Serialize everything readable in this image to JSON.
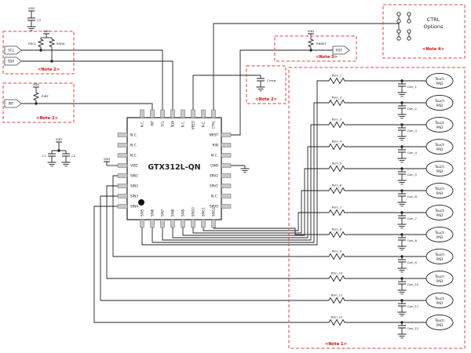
{
  "chip": {
    "label": "GTX312L-QN",
    "left_pins": [
      "N.C.",
      "N.C.",
      "N.C.",
      "VDD",
      "SIN1",
      "SIN2",
      "SIN3",
      "SIN4"
    ],
    "right_pins": [
      "NRST",
      "RIN",
      "N.C.",
      "GND",
      "SRV2",
      "SRV1",
      "N.C.",
      "SRV0"
    ],
    "top_pins": [
      "N.C.",
      "INT",
      "SCL",
      "SDA",
      "N.C.",
      "VREG",
      "N.C.",
      "CTRL"
    ],
    "bottom_pins": [
      "SIN5",
      "SIN6",
      "SIN7",
      "SIN8",
      "SIN9",
      "SIN10",
      "SIN11",
      "SIN12"
    ]
  },
  "labels": {
    "vdd": "VDD"
  },
  "i2c": {
    "scl_tag": "SCL",
    "sda_tag": "SDA",
    "rscl": "RSCL",
    "rsda": "RSDA",
    "bypass_cap": "C3",
    "note": "<Note 2>"
  },
  "irq": {
    "tag": "INT",
    "rint": "RINT",
    "note": "<Note 2>"
  },
  "decoupling": {
    "c1": "C1",
    "c2": "C2"
  },
  "vreg": {
    "cap": "Cvreg",
    "note": "<Note 2>"
  },
  "reset": {
    "resistor": "RNRST",
    "tag": "RST",
    "note": "<Note 3>"
  },
  "ctrl": {
    "title_line1": "CTRL",
    "title_line2": "Options",
    "note": "<Note 4>"
  },
  "touch": {
    "note": "<Note 1>",
    "pad_line1": "Touch",
    "pad_line2": "PAD",
    "rows": [
      {
        "r": "Rsin_1",
        "c": "Csin_1"
      },
      {
        "r": "Rsin_2",
        "c": "Csin_2"
      },
      {
        "r": "Rsin_3",
        "c": "Csin_3"
      },
      {
        "r": "Rsin_4",
        "c": "Csin_4"
      },
      {
        "r": "Rsin_5",
        "c": "Csin_5"
      },
      {
        "r": "Rsin_6",
        "c": "Csin_6"
      },
      {
        "r": "Rsin_7",
        "c": "Csin_7"
      },
      {
        "r": "Rsin_8",
        "c": "Csin_8"
      },
      {
        "r": "Rsin_9",
        "c": "Csin_9"
      },
      {
        "r": "Rsin_10",
        "c": "Csin_10"
      },
      {
        "r": "Rsin_11",
        "c": "Csin_11"
      },
      {
        "r": "Rsin_12",
        "c": "Csin_12"
      }
    ]
  },
  "colors": {
    "note_red": "#cc1111",
    "box_red": "#e04040",
    "wire": "#222222",
    "pin_fill": "#c9c9c9"
  }
}
